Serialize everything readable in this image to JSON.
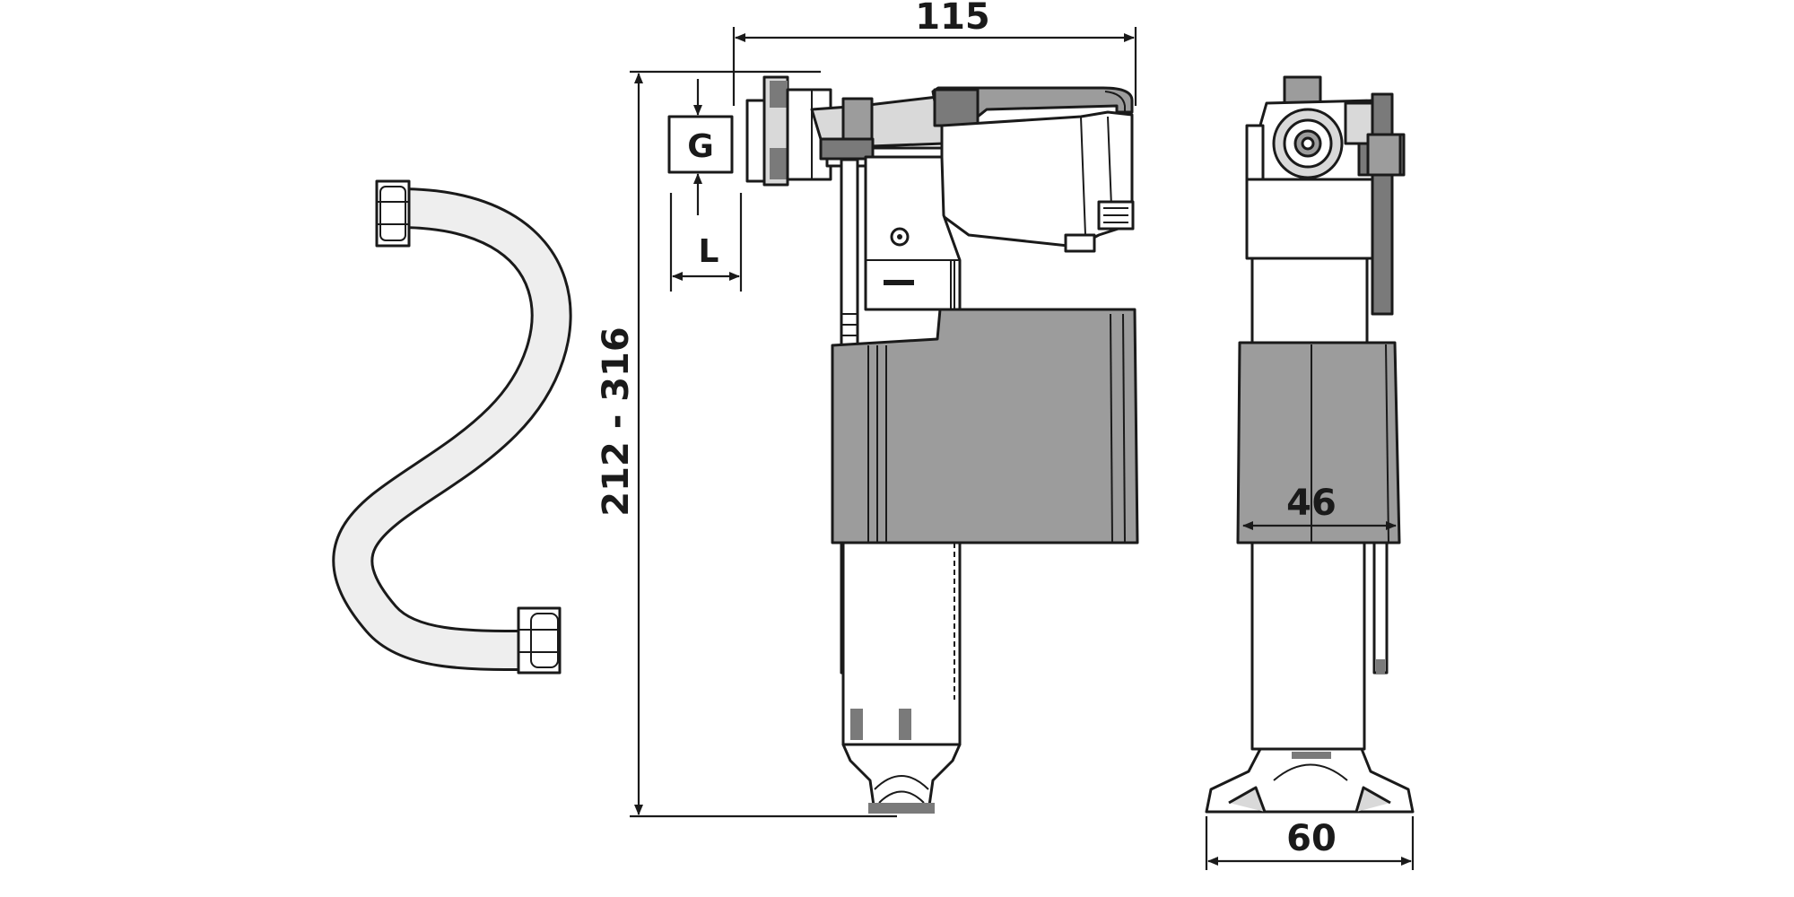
{
  "dimensions": {
    "overall_width": "115",
    "height_range": "212 - 316",
    "thread_label": "G",
    "thread_length_label": "L",
    "float_width": "46",
    "base_width": "60"
  },
  "colors": {
    "outline": "#1a1a1a",
    "float_grey": "#9c9c9c",
    "hose_fill": "#eeeeee"
  }
}
